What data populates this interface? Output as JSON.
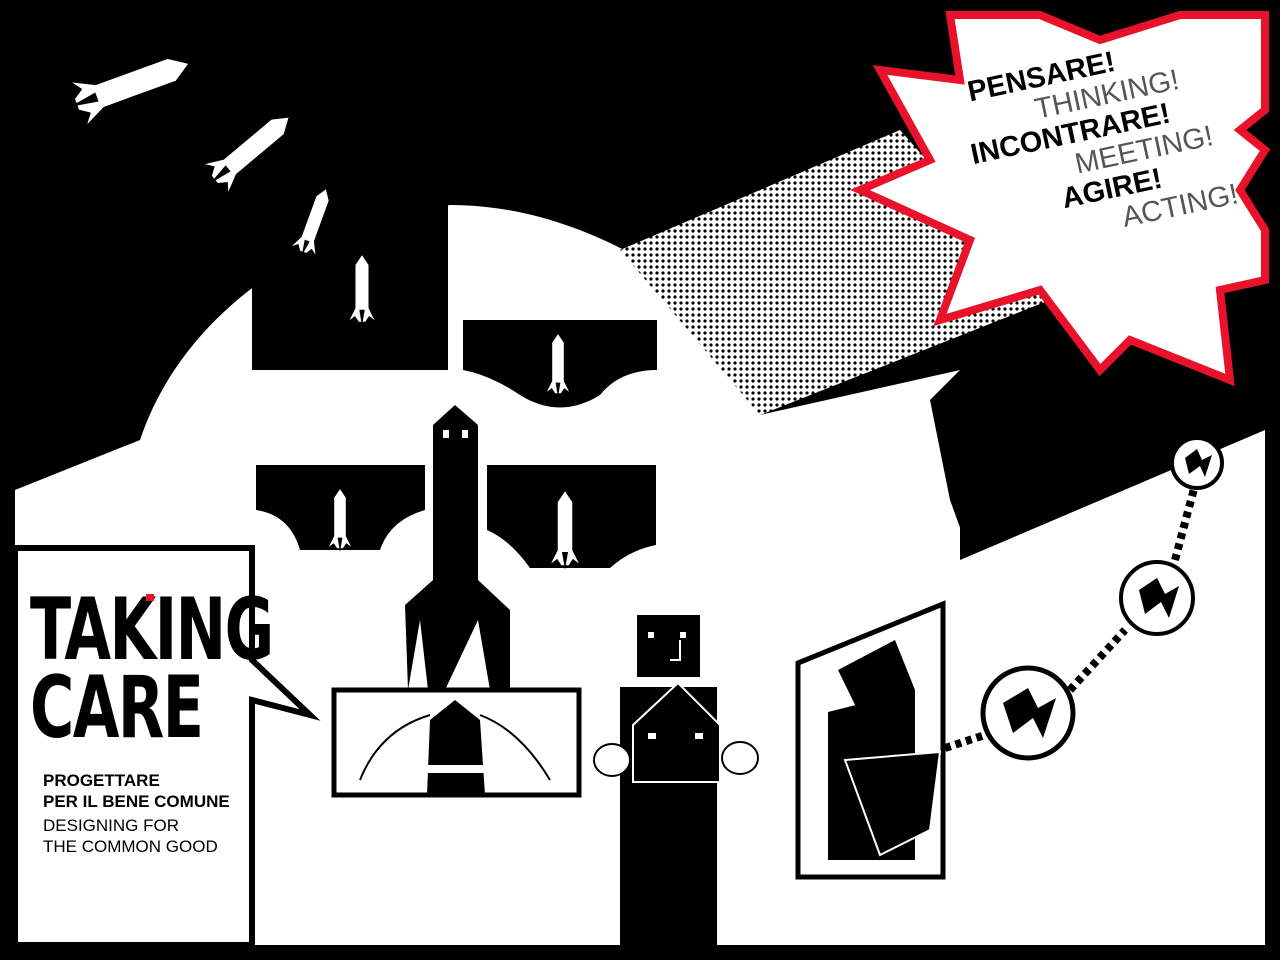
{
  "poster": {
    "title_line1": "TAKING",
    "title_line2": "CARE",
    "subtitle_it_1": "PROGETTARE",
    "subtitle_it_2": "PER IL BENE COMUNE",
    "subtitle_en_1": "DESIGNING FOR",
    "subtitle_en_2": "THE COMMON GOOD"
  },
  "burst": {
    "lines": [
      {
        "it": "PENSARE!",
        "en": "THINKING!"
      },
      {
        "it": "INCONTRARE!",
        "en": "MEETING!"
      },
      {
        "it": "AGIRE!",
        "en": "ACTING!"
      }
    ]
  },
  "colors": {
    "accent": "#e8132b",
    "ink": "#000000",
    "paper": "#ffffff",
    "muted": "#555555"
  }
}
